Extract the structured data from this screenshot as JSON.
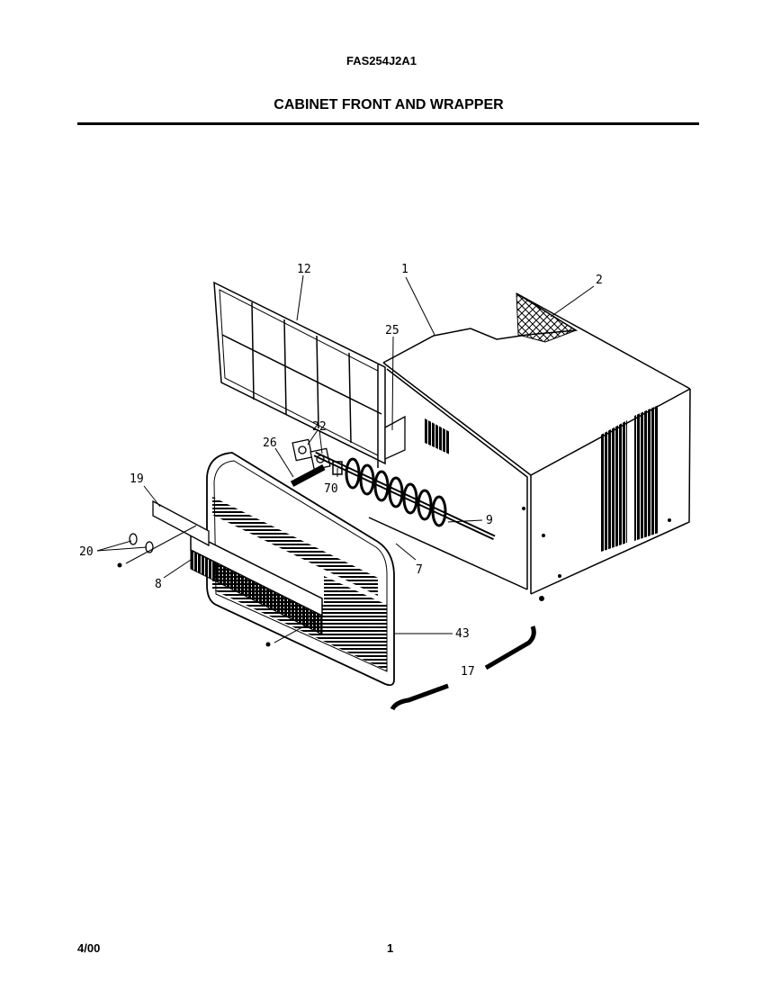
{
  "header": {
    "model_number": "FAS254J2A1",
    "title": "CABINET FRONT AND WRAPPER"
  },
  "footer": {
    "date": "4/00",
    "page": "1"
  },
  "callouts": {
    "c12": "12",
    "c1": "1",
    "c2": "2",
    "c25": "25",
    "c22": "22",
    "c26": "26",
    "c70": "70",
    "c19": "19",
    "c9": "9",
    "c20": "20",
    "c8": "8",
    "c7": "7",
    "c43": "43",
    "c17": "17"
  }
}
